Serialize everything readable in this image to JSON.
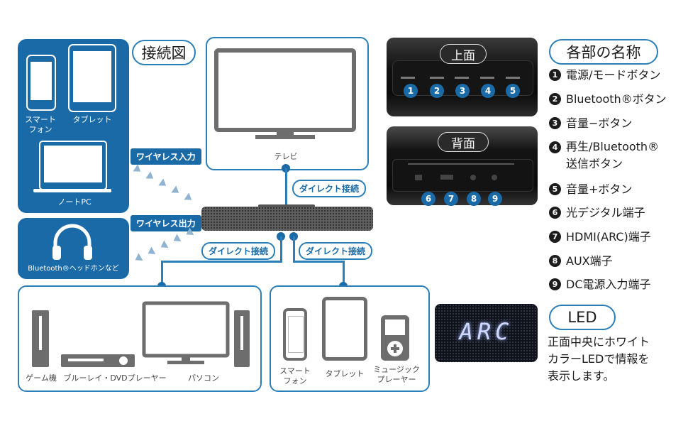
{
  "diagram": {
    "title": "接続図",
    "wireless_in": "ワイヤレス入力",
    "wireless_out": "ワイヤレス出力",
    "direct": "ダイレクト接続",
    "devices_top": {
      "smartphone": "スマート\nフォン",
      "tablet": "タブレット",
      "notebook": "ノートPC"
    },
    "headphones": "Bluetooth®ヘッドホンなど",
    "tv": "テレビ",
    "left_bottom": {
      "game": "ゲーム機",
      "player": "ブルーレイ・DVDプレーヤー",
      "pc": "パソコン"
    },
    "right_bottom": {
      "smartphone": "スマート\nフォン",
      "tablet": "タブレット",
      "music": "ミュージック\nプレーヤー"
    }
  },
  "photos": {
    "top_label": "上面",
    "back_label": "背面",
    "top_numbers": [
      "1",
      "2",
      "3",
      "4",
      "5"
    ],
    "back_numbers": [
      "6",
      "7",
      "8",
      "9"
    ],
    "led_text": "ARC"
  },
  "parts": {
    "title": "各部の名称",
    "items": [
      {
        "n": "1",
        "text": "電源/モードボタン"
      },
      {
        "n": "2",
        "text": "Bluetooth®ボタン"
      },
      {
        "n": "3",
        "text": "音量−ボタン"
      },
      {
        "n": "4",
        "text": "再生/Bluetooth®\n送信ボタン"
      },
      {
        "n": "5",
        "text": "音量+ボタン"
      },
      {
        "n": "6",
        "text": "光デジタル端子"
      },
      {
        "n": "7",
        "text": "HDMI(ARC)端子"
      },
      {
        "n": "8",
        "text": "AUX端子"
      },
      {
        "n": "9",
        "text": "DC電源入力端子"
      }
    ]
  },
  "led": {
    "title": "LED",
    "desc_1": "正面中央にホワイト",
    "desc_2": "カラーLEDで情報を",
    "desc_3": "表示します。"
  },
  "colors": {
    "accent": "#1a6aa8",
    "line": "#2a7fb8"
  }
}
